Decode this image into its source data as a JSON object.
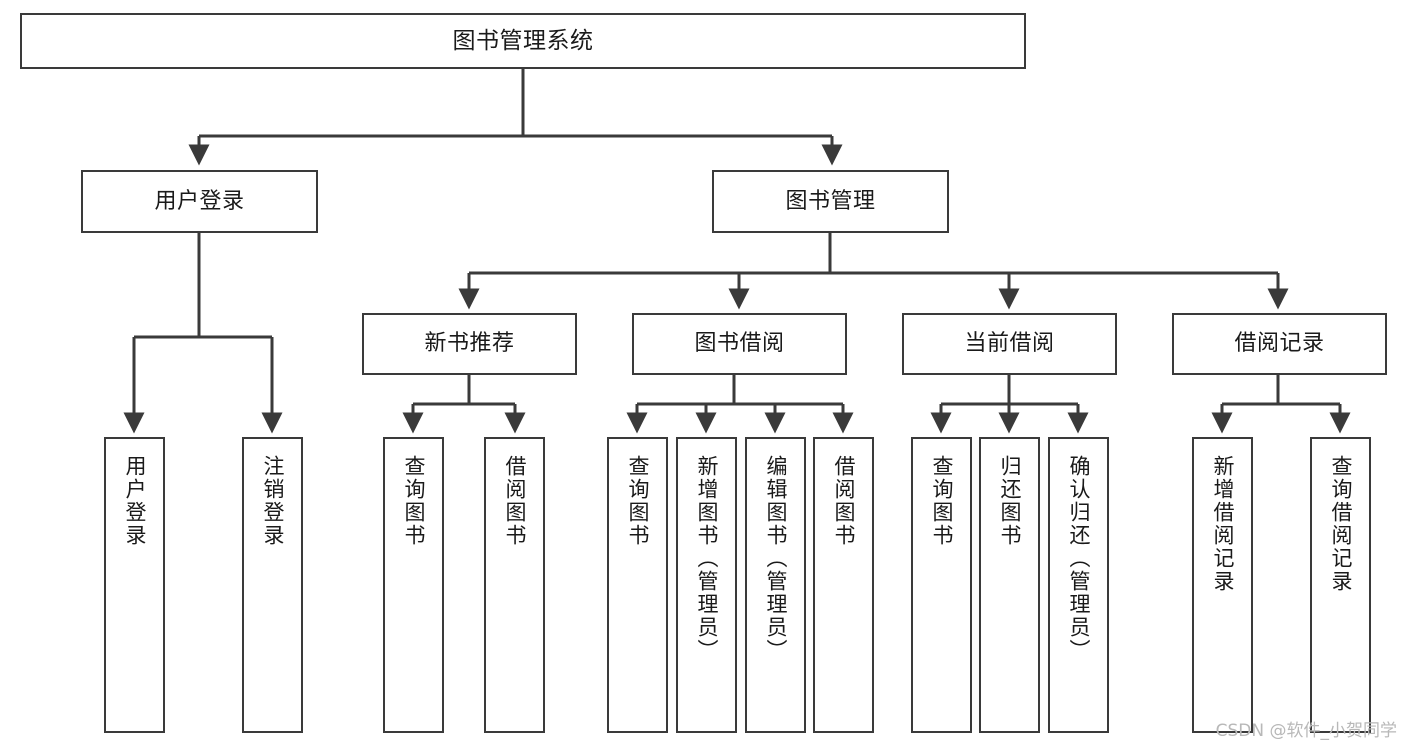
{
  "diagram": {
    "title": "图书管理系统",
    "type": "tree-hierarchy-chart",
    "stroke_color": "#3a3a3a",
    "fill_color": "#ffffff",
    "text_color": "#1a1a1a",
    "root": {
      "label": "图书管理系统"
    },
    "level2": [
      {
        "label": "用户登录"
      },
      {
        "label": "图书管理"
      }
    ],
    "level3": [
      {
        "label": "新书推荐"
      },
      {
        "label": "图书借阅"
      },
      {
        "label": "当前借阅"
      },
      {
        "label": "借阅记录"
      }
    ],
    "leaves": {
      "user_login": [
        {
          "label": "用户登录"
        },
        {
          "label": "注销登录"
        }
      ],
      "new_book_recommend": [
        {
          "label": "查询图书"
        },
        {
          "label": "借阅图书"
        }
      ],
      "book_borrow": [
        {
          "label": "查询图书"
        },
        {
          "label": "新增图书（管理员）"
        },
        {
          "label": "编辑图书（管理员）"
        },
        {
          "label": "借阅图书"
        }
      ],
      "current_borrow": [
        {
          "label": "查询图书"
        },
        {
          "label": "归还图书"
        },
        {
          "label": "确认归还（管理员）"
        }
      ],
      "borrow_record": [
        {
          "label": "新增借阅记录"
        },
        {
          "label": "查询借阅记录"
        }
      ]
    }
  },
  "watermark": {
    "text": "CSDN @软件_小贺同学"
  }
}
